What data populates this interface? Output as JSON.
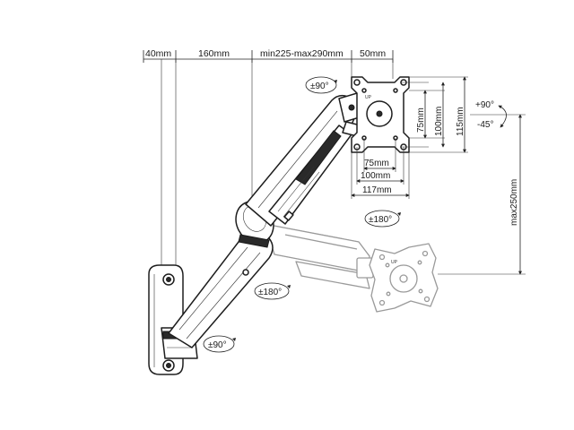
{
  "dimensions": {
    "wall_offset": "40mm",
    "arm_length": "160mm",
    "extension": "min225-max290mm",
    "head_depth": "50mm",
    "vesa_inner_h": "75mm",
    "vesa_outer_h": "100mm",
    "plate_h": "115mm",
    "vesa_inner_w": "75mm",
    "vesa_outer_w": "100mm",
    "plate_w": "117mm",
    "height_travel": "max250mm"
  },
  "rotations": {
    "swivel_head": "±90°",
    "tilt_up": "+90°",
    "tilt_down": "-45°",
    "rotate_head": "±180°",
    "rotate_elbow": "±180°",
    "rotate_wall": "±90°"
  },
  "plate_marks": {
    "up_top": "UP",
    "up_lower": "UP"
  },
  "colors": {
    "line": "#1e1e1e",
    "ghost_line": "#9a9a9a",
    "ghost_fill": "#e9e9e9"
  }
}
